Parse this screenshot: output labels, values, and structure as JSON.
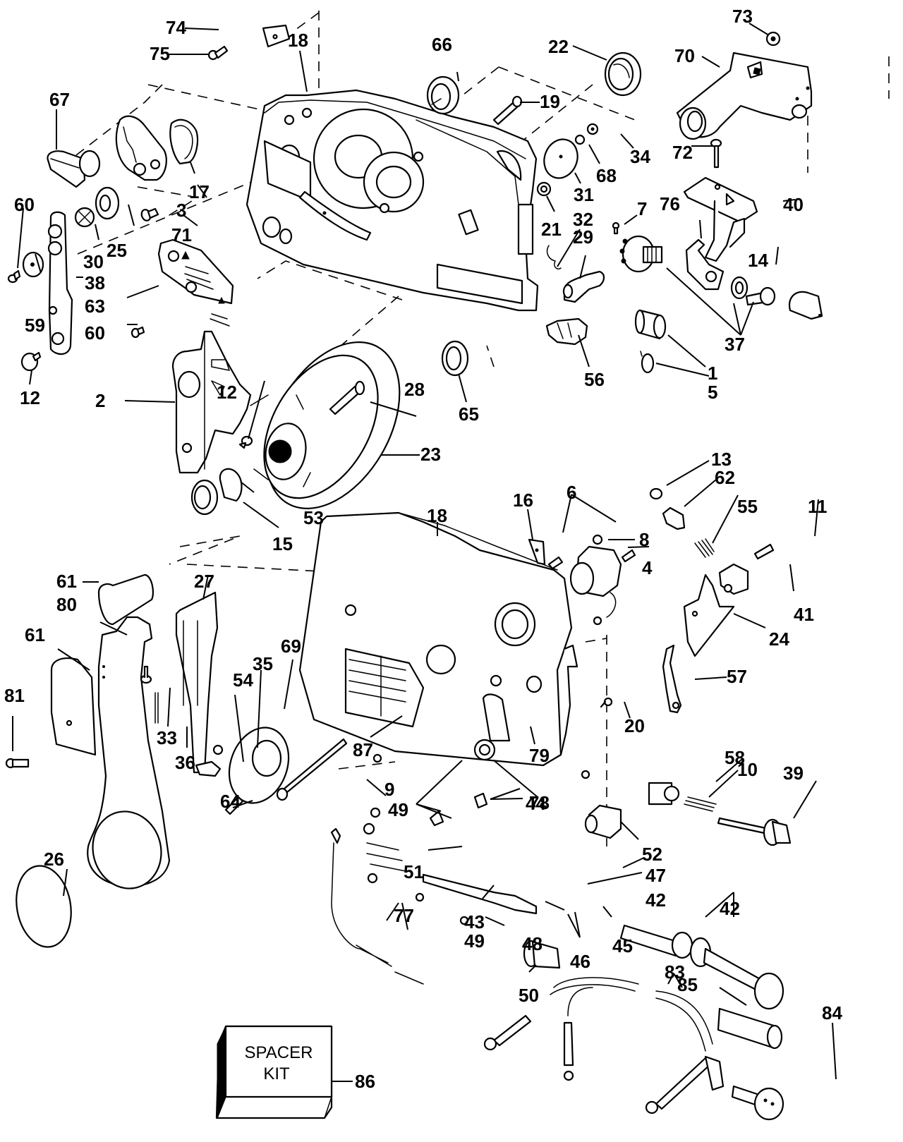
{
  "diagram": {
    "type": "exploded-parts-diagram",
    "subject": "remote control box assembly",
    "callouts": [
      {
        "id": "c74",
        "label": "74"
      },
      {
        "id": "c75",
        "label": "75"
      },
      {
        "id": "c18a",
        "label": "18"
      },
      {
        "id": "c66",
        "label": "66"
      },
      {
        "id": "c22",
        "label": "22"
      },
      {
        "id": "c73",
        "label": "73"
      },
      {
        "id": "c70",
        "label": "70"
      },
      {
        "id": "c67",
        "label": "67"
      },
      {
        "id": "c19",
        "label": "19"
      },
      {
        "id": "c72",
        "label": "72"
      },
      {
        "id": "c17",
        "label": "17"
      },
      {
        "id": "c3",
        "label": "3"
      },
      {
        "id": "c71",
        "label": "71"
      },
      {
        "id": "c25",
        "label": "25"
      },
      {
        "id": "c30",
        "label": "30"
      },
      {
        "id": "c60a",
        "label": "60"
      },
      {
        "id": "c34",
        "label": "34"
      },
      {
        "id": "c68",
        "label": "68"
      },
      {
        "id": "c31",
        "label": "31"
      },
      {
        "id": "c21",
        "label": "21"
      },
      {
        "id": "c40",
        "label": "40"
      },
      {
        "id": "c7",
        "label": "7"
      },
      {
        "id": "c76",
        "label": "76"
      },
      {
        "id": "c32",
        "label": "32"
      },
      {
        "id": "c29",
        "label": "29"
      },
      {
        "id": "c14",
        "label": "14"
      },
      {
        "id": "c38",
        "label": "38"
      },
      {
        "id": "c59",
        "label": "59"
      },
      {
        "id": "c63",
        "label": "63"
      },
      {
        "id": "c60b",
        "label": "60"
      },
      {
        "id": "c37",
        "label": "37"
      },
      {
        "id": "c1",
        "label": "1"
      },
      {
        "id": "c5",
        "label": "5"
      },
      {
        "id": "c56",
        "label": "56"
      },
      {
        "id": "c12a",
        "label": "12"
      },
      {
        "id": "c2",
        "label": "2"
      },
      {
        "id": "c12b",
        "label": "12"
      },
      {
        "id": "c28",
        "label": "28"
      },
      {
        "id": "c65",
        "label": "65"
      },
      {
        "id": "c23",
        "label": "23"
      },
      {
        "id": "c13",
        "label": "13"
      },
      {
        "id": "c62",
        "label": "62"
      },
      {
        "id": "c6",
        "label": "6"
      },
      {
        "id": "c16",
        "label": "16"
      },
      {
        "id": "c55",
        "label": "55"
      },
      {
        "id": "c11",
        "label": "11"
      },
      {
        "id": "c8",
        "label": "8"
      },
      {
        "id": "c18b",
        "label": "18"
      },
      {
        "id": "c53",
        "label": "53"
      },
      {
        "id": "c15",
        "label": "15"
      },
      {
        "id": "c4",
        "label": "4"
      },
      {
        "id": "c41",
        "label": "41"
      },
      {
        "id": "c24",
        "label": "24"
      },
      {
        "id": "c27",
        "label": "27"
      },
      {
        "id": "c61a",
        "label": "61"
      },
      {
        "id": "c80",
        "label": "80"
      },
      {
        "id": "c61b",
        "label": "61"
      },
      {
        "id": "c69",
        "label": "69"
      },
      {
        "id": "c35",
        "label": "35"
      },
      {
        "id": "c54",
        "label": "54"
      },
      {
        "id": "c81",
        "label": "81"
      },
      {
        "id": "c33",
        "label": "33"
      },
      {
        "id": "c36",
        "label": "36"
      },
      {
        "id": "c87",
        "label": "87"
      },
      {
        "id": "c79",
        "label": "79"
      },
      {
        "id": "c20",
        "label": "20"
      },
      {
        "id": "c57",
        "label": "57"
      },
      {
        "id": "c64",
        "label": "64"
      },
      {
        "id": "c9",
        "label": "9"
      },
      {
        "id": "c78",
        "label": "78"
      },
      {
        "id": "c58",
        "label": "58"
      },
      {
        "id": "c10",
        "label": "10"
      },
      {
        "id": "c39",
        "label": "39"
      },
      {
        "id": "c49a",
        "label": "49"
      },
      {
        "id": "c44",
        "label": "44"
      },
      {
        "id": "c52",
        "label": "52"
      },
      {
        "id": "c51",
        "label": "51"
      },
      {
        "id": "c47",
        "label": "47"
      },
      {
        "id": "c42a",
        "label": "42"
      },
      {
        "id": "c42b",
        "label": "42"
      },
      {
        "id": "c26",
        "label": "26"
      },
      {
        "id": "c43",
        "label": "43"
      },
      {
        "id": "c48",
        "label": "48"
      },
      {
        "id": "c49b",
        "label": "49"
      },
      {
        "id": "c45",
        "label": "45"
      },
      {
        "id": "c46",
        "label": "46"
      },
      {
        "id": "c77",
        "label": "77"
      },
      {
        "id": "c50",
        "label": "50"
      },
      {
        "id": "c83",
        "label": "83"
      },
      {
        "id": "c85",
        "label": "85"
      },
      {
        "id": "c84",
        "label": "84"
      },
      {
        "id": "c86",
        "label": "86"
      }
    ],
    "spacer_kit": {
      "line1": "SPACER",
      "line2": "KIT"
    }
  }
}
